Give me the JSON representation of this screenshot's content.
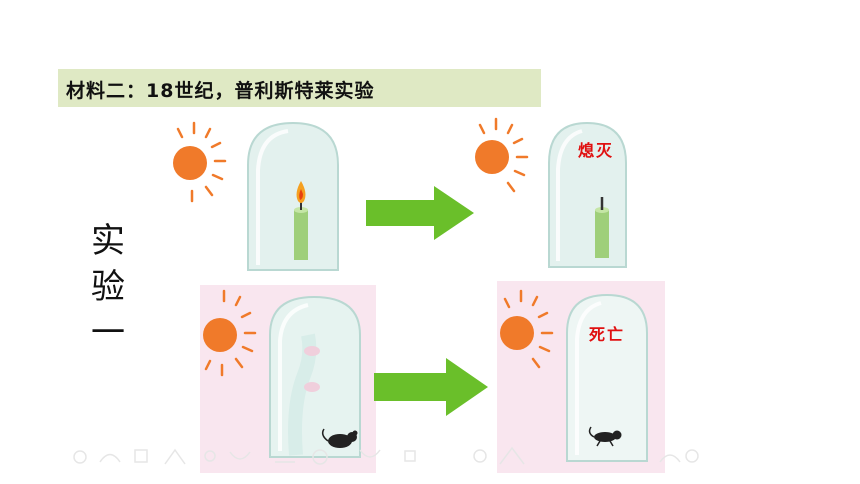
{
  "header": {
    "title": "材料二：18世纪，普利斯特莱实验"
  },
  "side_label": {
    "chars": [
      "实",
      "验",
      "一"
    ]
  },
  "experiment": {
    "candle_after_label": "熄灭",
    "mouse_after_label": "死亡"
  },
  "colors": {
    "title_bg": "#dfe9c4",
    "arrow": "#6abf2a",
    "sun": "#f07a2a",
    "pink_bg": "#f9e6ef",
    "label_red": "#e01010"
  }
}
